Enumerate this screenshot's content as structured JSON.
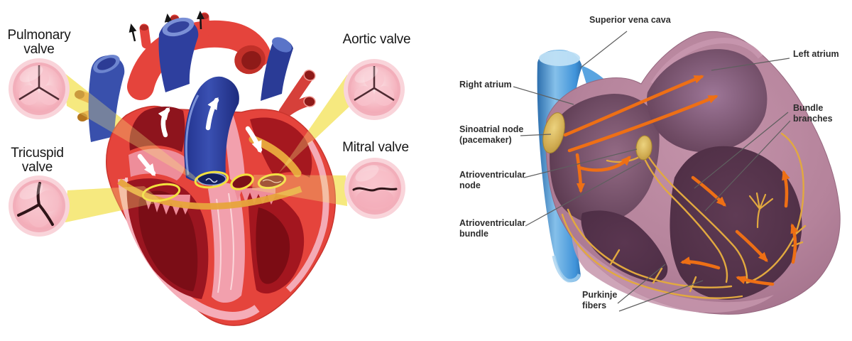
{
  "left_panel": {
    "labels": {
      "pulmonary": "Pulmonary\nvalve",
      "aortic": "Aortic valve",
      "tricuspid": "Tricuspid\nvalve",
      "mitral": "Mitral valve"
    }
  },
  "right_panel": {
    "labels": {
      "superior_vena_cava": "Superior vena cava",
      "left_atrium": "Left atrium",
      "right_atrium": "Right atrium",
      "sinoatrial_node": "Sinoatrial node\n(pacemaker)",
      "bundle_branches": "Bundle\nbranches",
      "atrioventricular_node": "Atrioventricular\nnode",
      "atrioventricular_bundle": "Atrioventricular\nbundle",
      "purkinje_fibers": "Purkinje\nfibers"
    }
  },
  "colors": {
    "heart_red": "#e5443c",
    "chamber_dark_red": "#8e141d",
    "vessel_blue": "#2e3f9e",
    "pink_tissue": "#f2a0ad",
    "beam_yellow": "#f6e97f",
    "valve_ring_yellow": "#f2e13e",
    "myocardium_mauve": "#b5839b",
    "cavity_plum": "#543346",
    "vena_cava_blue": "#3f93d9",
    "conduction_yellow": "#e2a93f",
    "impulse_orange": "#ee6f15",
    "node_gold": "#d2ae54"
  }
}
